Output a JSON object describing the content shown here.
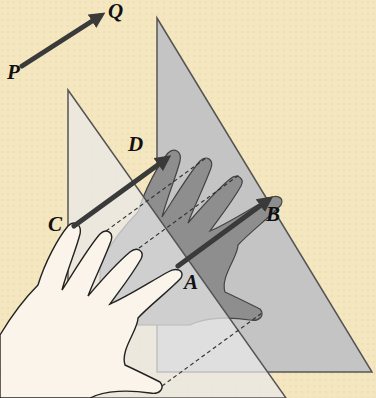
{
  "diagram": {
    "labels": [
      "Q",
      "P",
      "D",
      "C",
      "B",
      "A"
    ]
  }
}
